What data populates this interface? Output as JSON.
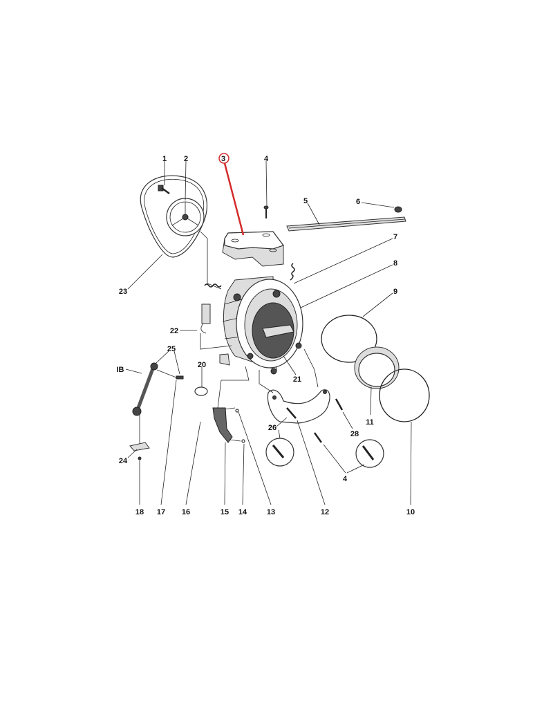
{
  "diagram": {
    "highlight_color": "#d42a2a",
    "highlighted_label": "3",
    "labels": {
      "l1": "1",
      "l2": "2",
      "l3": "3",
      "l4a": "4",
      "l5": "5",
      "l6": "6",
      "l7": "7",
      "l8": "8",
      "l9": "9",
      "l23": "23",
      "l22": "22",
      "l25": "25",
      "lIB": "IB",
      "l20": "20",
      "l21": "21",
      "l24": "24",
      "l26": "26",
      "l28": "28",
      "l11": "11",
      "l10": "10",
      "l4b": "4",
      "l18": "18",
      "l17": "17",
      "l16": "16",
      "l15": "15",
      "l14": "14",
      "l13": "13",
      "l12": "12"
    }
  }
}
